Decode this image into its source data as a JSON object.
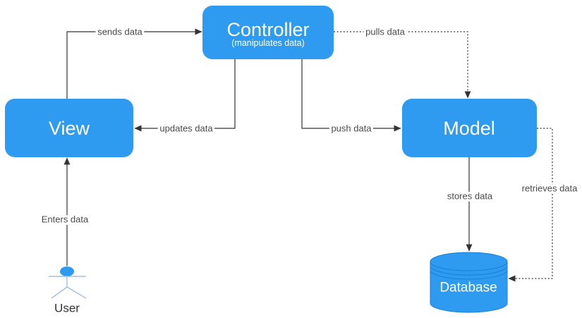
{
  "diagram": {
    "colors": {
      "background": "#ffffff",
      "node_fill": "#2e9bf0",
      "node_text": "#ffffff",
      "database_outline": "#1a7fd4",
      "connector": "#333333",
      "edge_label_text": "#4a4a4a",
      "actor_stroke": "#9fbfe4",
      "user_label_text": "#333333"
    },
    "nodes": {
      "controller": {
        "label": "Controller",
        "sublabel": "(manipulates data)"
      },
      "view": {
        "label": "View"
      },
      "model": {
        "label": "Model"
      },
      "database": {
        "label": "Database"
      },
      "user": {
        "label": "User"
      }
    },
    "edges": {
      "sends": {
        "label": "sends data",
        "from": "View",
        "to": "Controller",
        "style": "solid"
      },
      "pulls": {
        "label": "pulls data",
        "from": "Controller",
        "to": "Model",
        "style": "dotted"
      },
      "updates": {
        "label": "updates data",
        "from": "Controller",
        "to": "View",
        "style": "solid"
      },
      "push": {
        "label": "push data",
        "from": "Controller",
        "to": "Model",
        "style": "solid"
      },
      "stores": {
        "label": "stores data",
        "from": "Model",
        "to": "Database",
        "style": "solid"
      },
      "retrieves": {
        "label": "retrieves data",
        "from": "Model",
        "to": "Database",
        "style": "dotted"
      },
      "enters": {
        "label": "Enters data",
        "from": "User",
        "to": "View",
        "style": "solid"
      }
    }
  }
}
